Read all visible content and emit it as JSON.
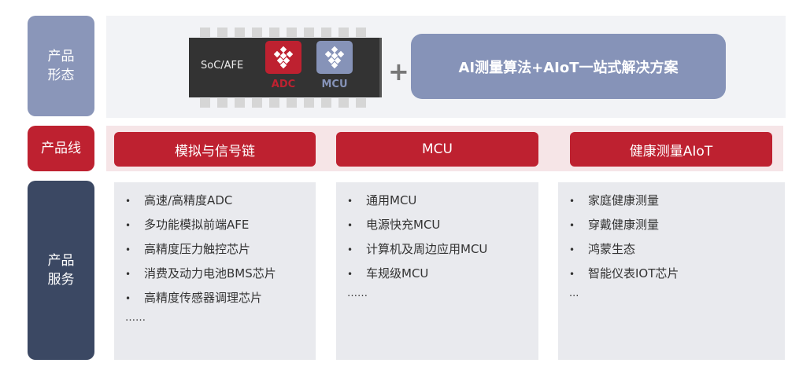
{
  "row_labels": {
    "form": "产品\n形态",
    "line": "产品线",
    "service": "产品\n服务"
  },
  "chip": {
    "label": "SoC/AFE",
    "adc": "ADC",
    "mcu": "MCU"
  },
  "plus": "+",
  "solution": "AI测量算法+AIoT一站式解决方案",
  "colors": {
    "red": "#be2130",
    "blue": "#8693b8",
    "navy": "#3b4863"
  },
  "product_lines": [
    {
      "title": "模拟与信号链",
      "items": [
        "高速/高精度ADC",
        "多功能模拟前端AFE",
        "高精度压力触控芯片",
        "消费及动力电池BMS芯片",
        "高精度传感器调理芯片"
      ],
      "more": "……"
    },
    {
      "title": "MCU",
      "items": [
        "通用MCU",
        "电源快充MCU",
        "计算机及周边应用MCU",
        "车规级MCU"
      ],
      "more": "……"
    },
    {
      "title": "健康测量AIoT",
      "items": [
        "家庭健康测量",
        "穿戴健康测量",
        "鸿蒙生态",
        "智能仪表IOT芯片"
      ],
      "more": "..."
    }
  ]
}
